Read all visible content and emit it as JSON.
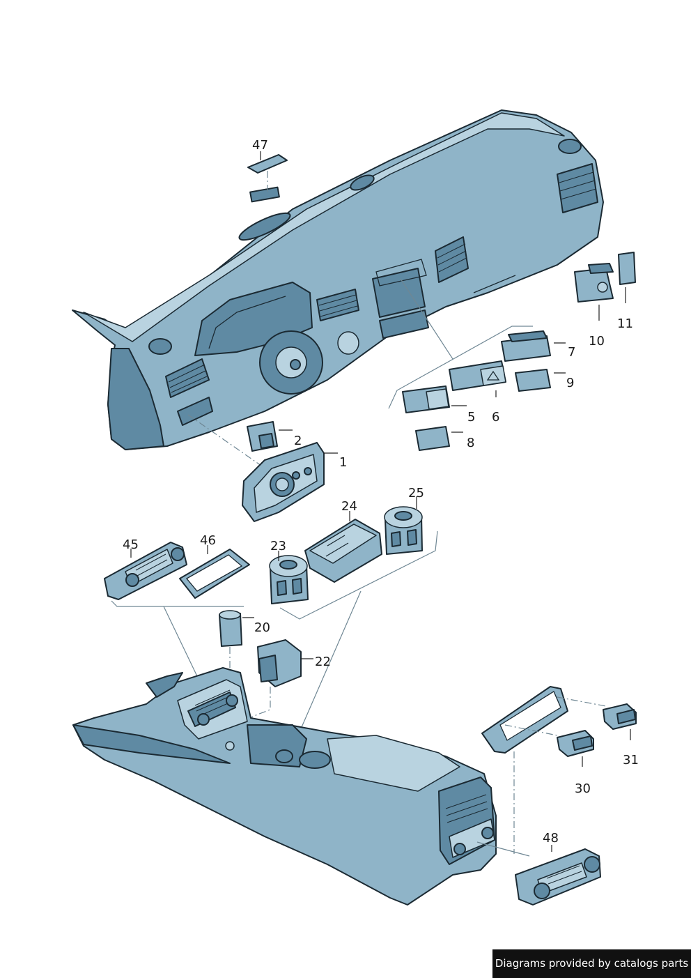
{
  "callouts": {
    "c1": "1",
    "c2": "2",
    "c5": "5",
    "c6": "6",
    "c7": "7",
    "c8": "8",
    "c9": "9",
    "c10": "10",
    "c11": "11",
    "c20": "20",
    "c22": "22",
    "c23": "23",
    "c24": "24",
    "c25": "25",
    "c30": "30",
    "c31": "31",
    "c45": "45",
    "c46": "46",
    "c47": "47",
    "c48": "48"
  },
  "credit": "Diagrams provided by catalogs parts",
  "colors": {
    "part_fill": "#8fb4c8",
    "part_dark": "#5f8aa3",
    "outline": "#1b2a33",
    "credit_bg": "#111111"
  }
}
